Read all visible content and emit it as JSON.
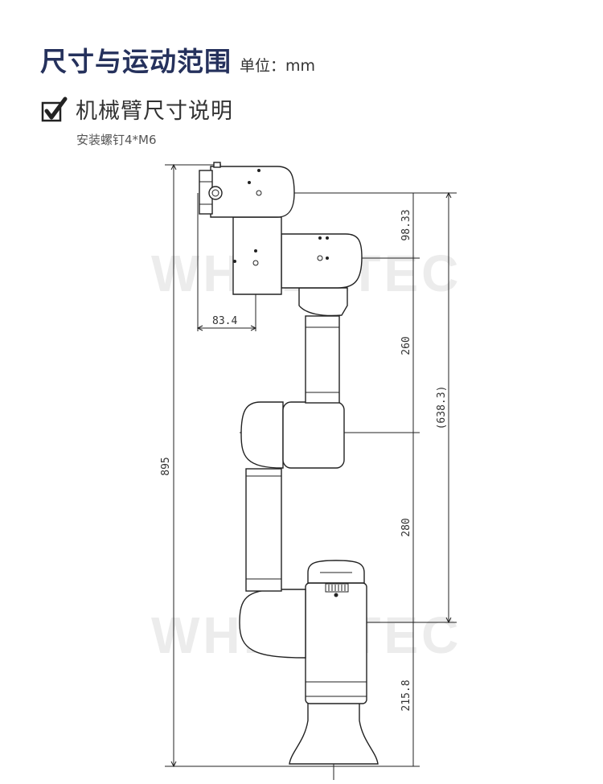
{
  "header": {
    "title": "尺寸与运动范围",
    "unit": "单位：mm"
  },
  "section": {
    "title": "机械臂尺寸说明",
    "note": "安装螺钉4*M6"
  },
  "icons": {
    "section_marker": "checkmark-box-icon"
  },
  "watermark": "WHEELTEC",
  "dimensions": {
    "horizontal": "83.4",
    "segment_1": "98.33",
    "segment_2": "260",
    "segment_3": "280",
    "segment_4": "215.8",
    "reach": "(638.3)",
    "total_height": "895"
  },
  "colors": {
    "title": "#25315c",
    "text": "#333333",
    "line": "#222222",
    "watermark": "#ececec"
  }
}
